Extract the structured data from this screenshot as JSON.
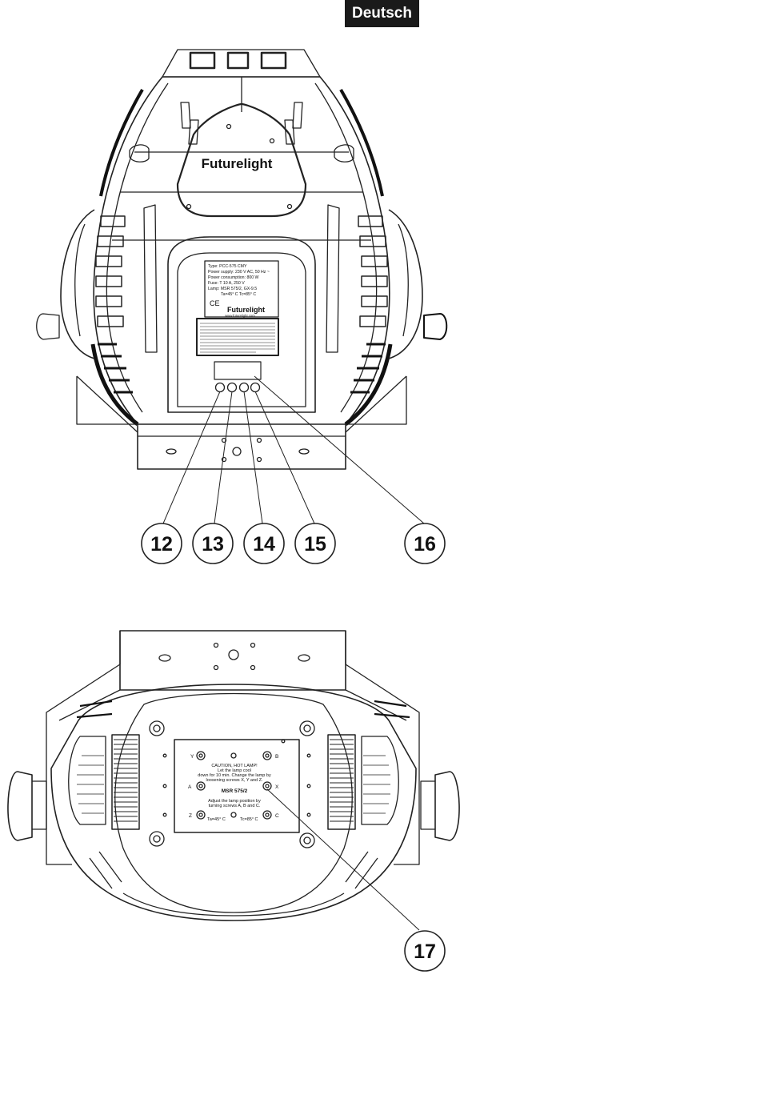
{
  "header": {
    "language_tab": "Deutsch"
  },
  "figure_top": {
    "brand_logo": "Futurelight",
    "type_plate": {
      "lines": [
        "Type: PCC-575 CMY",
        "Power supply: 230 V AC, 50 Hz ~",
        "Power consumption: 800 W",
        "Fuse: T 10 A, 250 V",
        "Lamp: MSR 575/2, GX-9.5",
        "Ta=45° C  Tc=85° C"
      ],
      "logo": "Futurelight",
      "website": "www.futurelight.com"
    },
    "callouts": [
      "12",
      "13",
      "14",
      "15",
      "16"
    ]
  },
  "figure_bottom": {
    "lamp_plate": {
      "screw_labels": {
        "y": "Y",
        "b": "B",
        "a": "A",
        "x": "X",
        "z": "Z",
        "c": "C"
      },
      "caution_lines": [
        "CAUTION, HOT LAMP!",
        "Let the lamp cool",
        "down for 10 min. Change the lamp by",
        "loosening screws X, Y and Z."
      ],
      "lamp_type": "MSR 575/2",
      "adjust_lines": [
        "Adjust the lamp position by",
        "turning screws A, B and C."
      ],
      "temp_a": "Ta=45° C",
      "temp_c": "Tc=85° C"
    },
    "callouts": [
      "17"
    ]
  }
}
